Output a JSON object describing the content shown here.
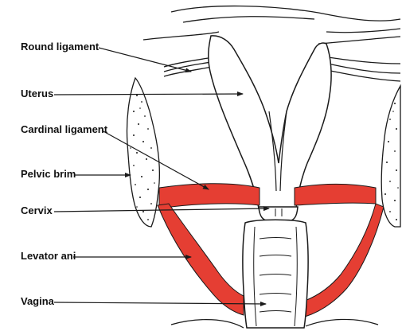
{
  "labels": {
    "round_ligament": "Round ligament",
    "uterus": "Uterus",
    "cardinal_ligament": "Cardinal ligament",
    "pelvic_brim": "Pelvic brim",
    "cervix": "Cervix",
    "levator_ani": "Levator ani",
    "vagina": "Vagina"
  },
  "colors": {
    "ligament_red": "#e53e33",
    "outline": "#1a1a1a",
    "background": "#ffffff"
  }
}
